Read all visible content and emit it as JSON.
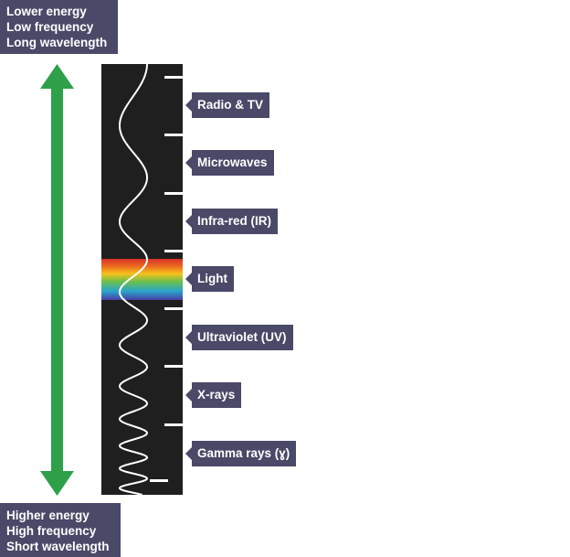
{
  "top_box": {
    "lines": [
      "Lower energy",
      "Low frequency",
      "Long wavelength"
    ]
  },
  "bottom_box": {
    "lines": [
      "Higher energy",
      "High frequency",
      "Short wavelength"
    ]
  },
  "spectrum_labels": [
    "Radio & TV",
    "Microwaves",
    "Infra-red (IR)",
    "Light",
    "Ultraviolet (UV)",
    "X-rays",
    "Gamma rays (ɣ)"
  ],
  "colors": {
    "label_background": "#4a4968",
    "spectrum_strip": "#1f1f1f",
    "arrow": "#2ea04a",
    "wave": "#ffffff"
  },
  "icons": {
    "arrow": "double-headed-arrow-icon"
  }
}
